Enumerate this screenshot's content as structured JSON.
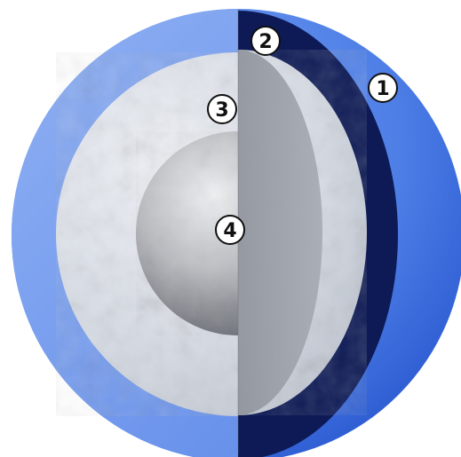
{
  "diagram": {
    "type": "cutaway-layered-sphere",
    "layers": [
      {
        "number": "1",
        "color": "#3f6fe0"
      },
      {
        "number": "2",
        "color": "#0d1a55"
      },
      {
        "number": "3",
        "color": "#c9ced8"
      },
      {
        "number": "4",
        "color": "#a9acb2"
      }
    ],
    "colors": {
      "background": "#ffffff",
      "outer_shell_light": "#6f98ee",
      "outer_shell_dark": "#1f4fd0",
      "dark_band": "#0d1a55",
      "ice_light": "#e3e7ee",
      "ice_shadow": "#8d929c",
      "core_light": "#e6e7ea",
      "core_dark": "#5d6068",
      "marker_fill": "#ffffff",
      "marker_stroke": "#111111"
    }
  }
}
